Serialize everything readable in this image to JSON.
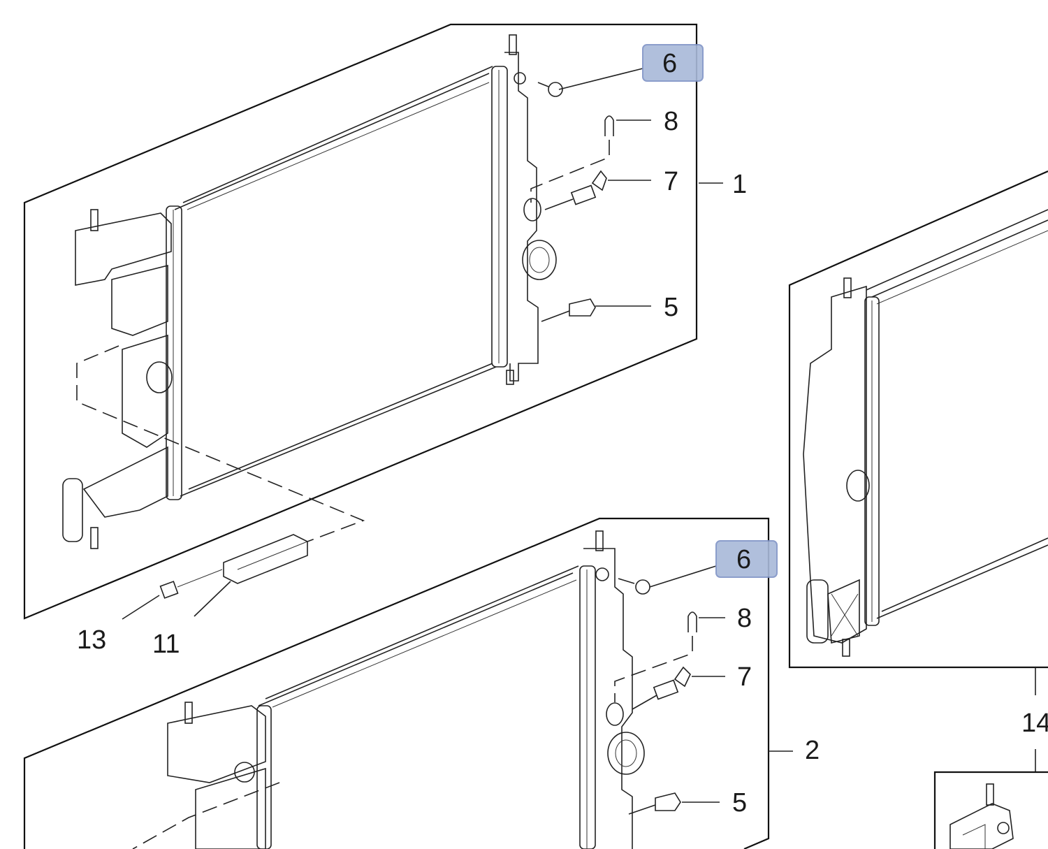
{
  "callouts": {
    "panel1_6": "6",
    "panel1_8": "8",
    "panel1_7": "7",
    "panel1_1": "1",
    "panel1_5": "5",
    "panel1_13": "13",
    "panel1_11": "11",
    "panel2_6": "6",
    "panel2_8": "8",
    "panel2_7": "7",
    "panel2_2": "2",
    "panel2_5": "5",
    "panel3_14": "14"
  },
  "highlight_color": "#a8b9d9"
}
